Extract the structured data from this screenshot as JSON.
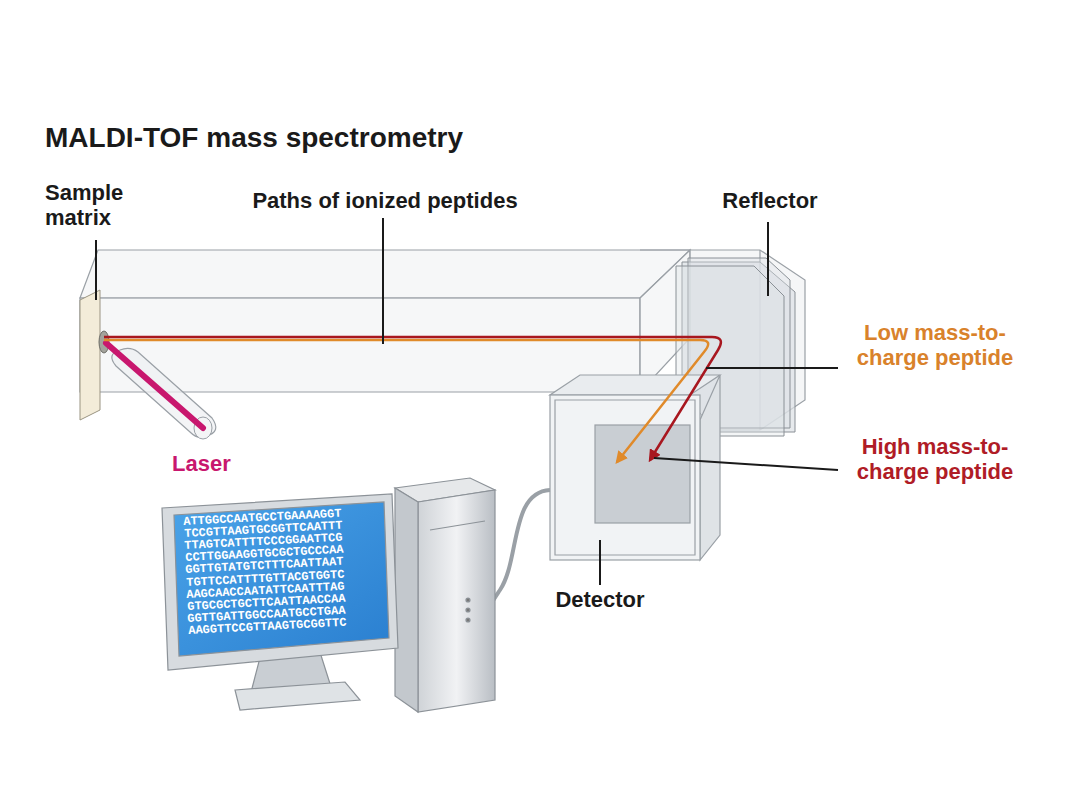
{
  "diagram": {
    "title": "MALDI-TOF mass spectrometry",
    "labels": [
      "Sample matrix",
      "Paths of ionized peptides",
      "Reflector",
      "Low mass-to-charge peptide",
      "High mass-to-charge peptide",
      "Laser",
      "Detector",
      "ATTGGCCAATGCCTGAAAAGGT",
      "TCCGTTAAGTGCGGTTCAATTT",
      "TTAGTCATTTTCCCGGAATTCG",
      "CCTTGGAAGGTGCGCTGCCCAA",
      "GGTTGTATGTCTTTCAATTAAT",
      "TGTTCCATTTTGTTACGTGGTC",
      "AAGCAACCAATATTCAATTTAG",
      "GTGCGCTGCTTCAATTAACCAA",
      "GGTTGATTGGCCAATGCCTGAA",
      "AAGGTTCCGTTAAGTGCGGTTC"
    ]
  }
}
